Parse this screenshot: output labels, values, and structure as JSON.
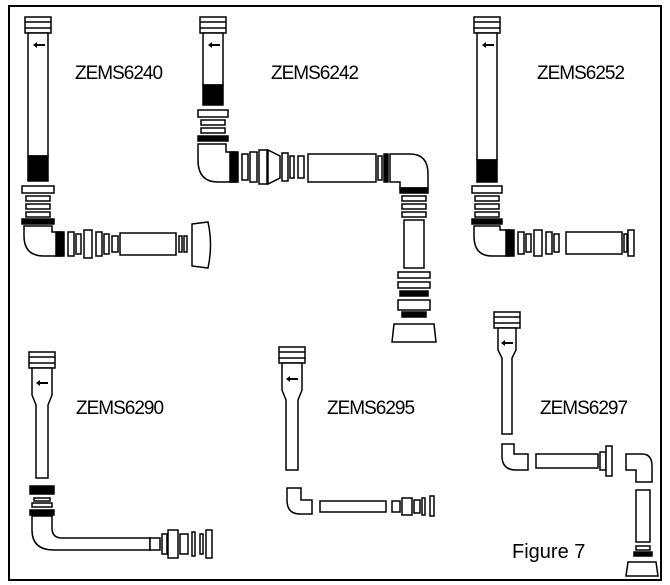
{
  "figure_label": "Figure 7",
  "parts": [
    {
      "id": "ZEMS6240",
      "name": "ZEMS6240"
    },
    {
      "id": "ZEMS6242",
      "name": "ZEMS6242"
    },
    {
      "id": "ZEMS6252",
      "name": "ZEMS6252"
    },
    {
      "id": "ZEMS6290",
      "name": "ZEMS6290"
    },
    {
      "id": "ZEMS6295",
      "name": "ZEMS6295"
    },
    {
      "id": "ZEMS6297",
      "name": "ZEMS6297"
    }
  ]
}
